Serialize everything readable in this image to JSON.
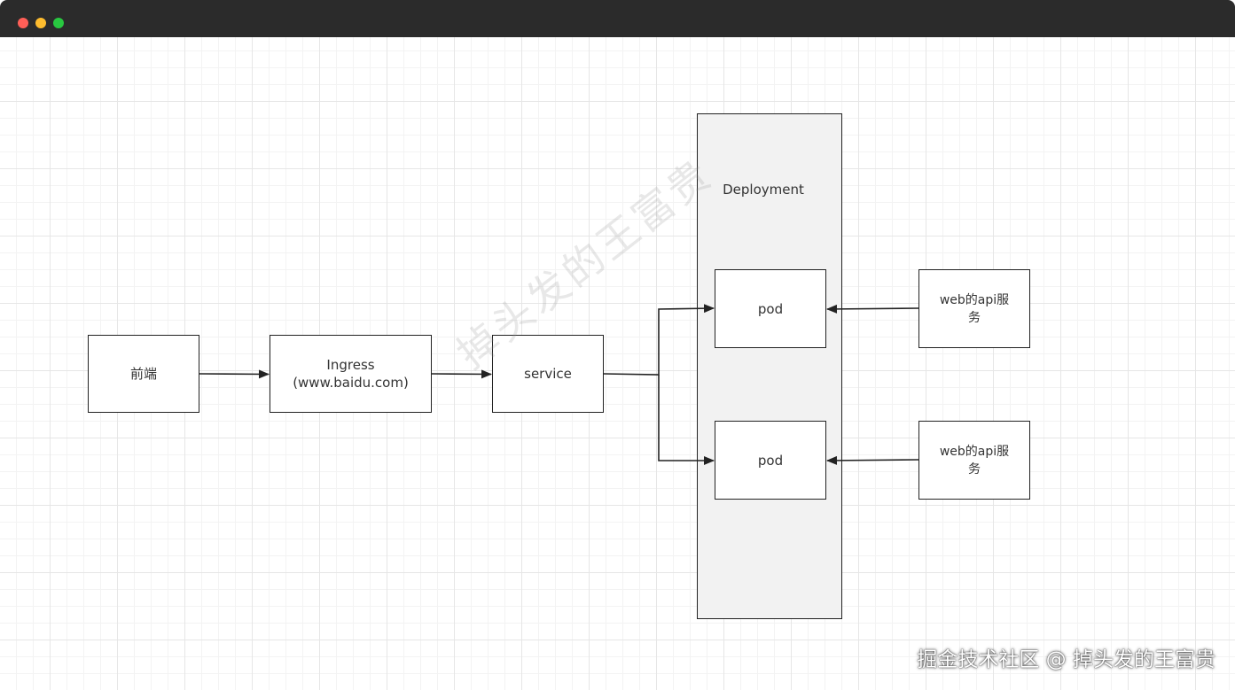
{
  "window": {
    "controls": [
      "close",
      "minimize",
      "maximize"
    ]
  },
  "diagram": {
    "nodes": {
      "frontend": "前端",
      "ingress_line1": "Ingress",
      "ingress_line2": "(www.baidu.com)",
      "service": "service",
      "deployment": "Deployment",
      "pod_top": "pod",
      "pod_bottom": "pod",
      "web_api_top_line1": "web的api服",
      "web_api_top_line2": "务",
      "web_api_bottom_line1": "web的api服",
      "web_api_bottom_line2": "务"
    }
  },
  "watermark": "掉头发的王富贵",
  "credit": "掘金技术社区 @ 掉头发的王富贵",
  "colors": {
    "titlebar": "#2b2b2b",
    "stroke": "#222222",
    "deployment_fill": "#f2f2f2",
    "close": "#ff5f57",
    "minimize": "#febc2e",
    "maximize": "#28c840"
  }
}
